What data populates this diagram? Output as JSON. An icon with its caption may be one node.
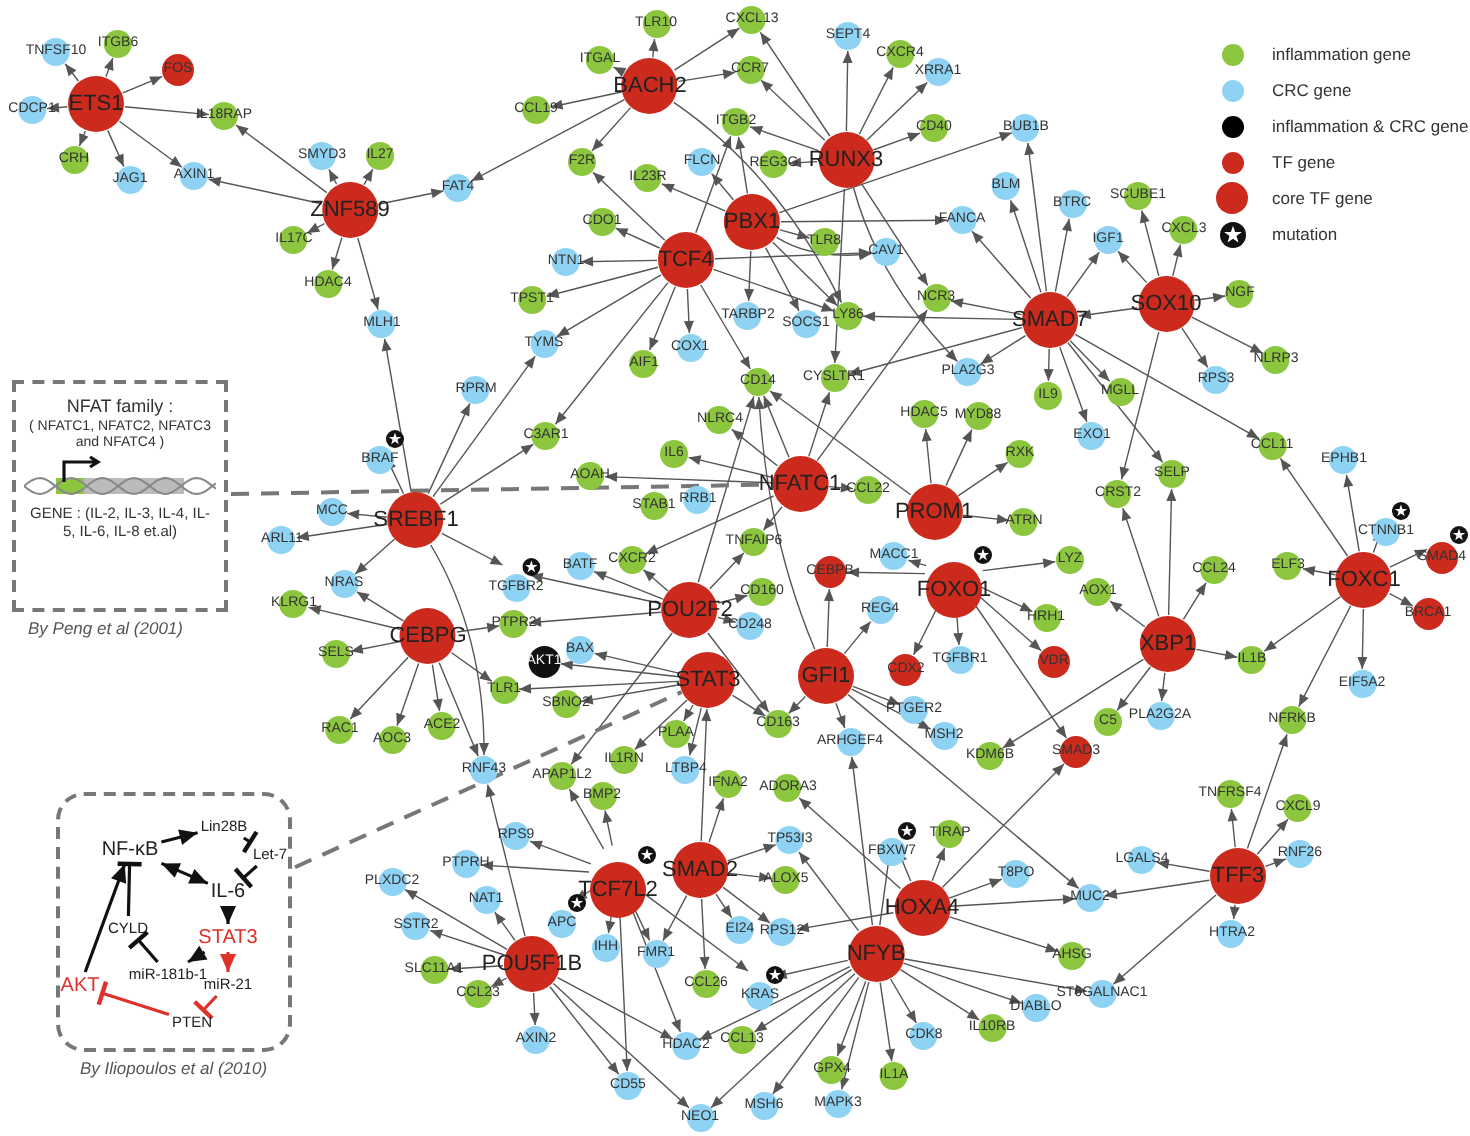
{
  "diagram": {
    "nodes": [
      {
        "text": [
          "ETS1"
        ]
      },
      {
        "text": [
          "TNFSF10"
        ]
      },
      {
        "text": [
          "ITGB6"
        ]
      },
      {
        "text": [
          "FOS"
        ]
      },
      {
        "text": [
          "CDCP1"
        ]
      },
      {
        "text": [
          "IL18RAP"
        ]
      },
      {
        "text": [
          "CRH"
        ]
      },
      {
        "text": [
          "JAG1"
        ]
      },
      {
        "text": [
          "AXIN1"
        ]
      },
      {
        "text": [
          "ZNF589"
        ]
      },
      {
        "text": [
          "SMYD3"
        ]
      },
      {
        "text": [
          "IL27"
        ]
      },
      {
        "text": [
          "FAT4"
        ]
      },
      {
        "text": [
          "IL17C"
        ]
      },
      {
        "text": [
          "HDAC4"
        ]
      },
      {
        "text": [
          "MLH1"
        ]
      },
      {
        "text": [
          "TLR10"
        ]
      },
      {
        "text": [
          "CXCL13"
        ]
      },
      {
        "text": [
          "SEPT4"
        ]
      },
      {
        "text": [
          "CXCR4"
        ]
      },
      {
        "text": [
          "XRRA1"
        ]
      },
      {
        "text": [
          "ITGAL"
        ]
      },
      {
        "text": [
          "BACH2"
        ]
      },
      {
        "text": [
          "CCR7"
        ]
      },
      {
        "text": [
          "CCL19"
        ]
      },
      {
        "text": [
          "ITGB2"
        ]
      },
      {
        "text": [
          "RUNX3"
        ]
      },
      {
        "text": [
          "CD40"
        ]
      },
      {
        "text": [
          "BUB1B"
        ]
      },
      {
        "text": [
          "F2R"
        ]
      },
      {
        "text": [
          "FLCN"
        ]
      },
      {
        "text": [
          "IL23R"
        ]
      },
      {
        "text": [
          "REG3G"
        ]
      },
      {
        "text": [
          "BLM"
        ]
      },
      {
        "text": [
          "BTRC"
        ]
      },
      {
        "text": [
          "SCUBE1"
        ]
      },
      {
        "text": [
          "PBX1"
        ]
      },
      {
        "text": [
          "CDO1"
        ]
      },
      {
        "text": [
          "FANCA"
        ]
      },
      {
        "text": [
          "CXCL3"
        ]
      },
      {
        "text": [
          "IGF1"
        ]
      },
      {
        "text": [
          "TLR8"
        ]
      },
      {
        "text": [
          "CAV1"
        ]
      },
      {
        "text": [
          "TCF4"
        ]
      },
      {
        "text": [
          "NTN1"
        ]
      },
      {
        "text": [
          "NGF"
        ]
      },
      {
        "text": [
          "SOX10"
        ]
      },
      {
        "text": [
          "TPST1"
        ]
      },
      {
        "text": [
          "NCR3"
        ]
      },
      {
        "text": [
          "TARBP2"
        ]
      },
      {
        "text": [
          "SMAD7"
        ]
      },
      {
        "text": [
          "SOCS1"
        ]
      },
      {
        "text": [
          "LY86"
        ]
      },
      {
        "text": [
          "TYMS"
        ]
      },
      {
        "text": [
          "COX1"
        ]
      },
      {
        "text": [
          "AIF1"
        ]
      },
      {
        "text": [
          "NLRP3"
        ]
      },
      {
        "text": [
          "PLA2G3"
        ]
      },
      {
        "text": [
          "CYSLTR1"
        ]
      },
      {
        "text": [
          "CD14"
        ]
      },
      {
        "text": [
          "RPS3"
        ]
      },
      {
        "text": [
          "RPRM"
        ]
      },
      {
        "text": [
          "MGLL"
        ]
      },
      {
        "text": [
          "IL9"
        ]
      },
      {
        "text": [
          "HDAC5"
        ]
      },
      {
        "text": [
          "MYD88"
        ]
      },
      {
        "text": [
          "NLRC4"
        ]
      },
      {
        "text": [
          "C3AR1"
        ]
      },
      {
        "text": [
          "EXO1"
        ]
      },
      {
        "text": [
          "BRAF"
        ]
      },
      {
        "text": [
          "CCL11"
        ]
      },
      {
        "text": [
          "RXK"
        ]
      },
      {
        "text": [
          "IL6"
        ]
      },
      {
        "text": [
          "EPHB1"
        ]
      },
      {
        "text": [
          "SELP"
        ]
      },
      {
        "text": [
          "AOAH"
        ]
      },
      {
        "text": [
          "NFATC1"
        ]
      },
      {
        "text": [
          "CCL22"
        ]
      },
      {
        "text": [
          "CRST2"
        ]
      },
      {
        "text": [
          "MCC"
        ]
      },
      {
        "text": [
          "STAB1"
        ]
      },
      {
        "text": [
          "RRB1"
        ]
      },
      {
        "text": [
          "PROM1"
        ]
      },
      {
        "text": [
          "CTNNB1"
        ]
      },
      {
        "text": [
          "SREBF1"
        ]
      },
      {
        "text": [
          "ATRN"
        ]
      },
      {
        "text": [
          "ARL11"
        ]
      },
      {
        "text": [
          "TNFAIP6"
        ]
      },
      {
        "text": [
          "SMAD4"
        ]
      },
      {
        "text": [
          "MACC1"
        ]
      },
      {
        "text": [
          "LYZ"
        ]
      },
      {
        "text": [
          "BATF"
        ]
      },
      {
        "text": [
          "CXCR2"
        ]
      },
      {
        "text": [
          "CEBPB"
        ]
      },
      {
        "text": [
          "TGFBR2"
        ]
      },
      {
        "text": [
          "ELF3"
        ]
      },
      {
        "text": [
          "CCL24"
        ]
      },
      {
        "text": [
          "FOXO1"
        ]
      },
      {
        "text": [
          "FOXC1"
        ]
      },
      {
        "text": [
          "NRAS"
        ]
      },
      {
        "text": [
          "CD160"
        ]
      },
      {
        "text": [
          "AOX1"
        ]
      },
      {
        "text": [
          "KLRG1"
        ]
      },
      {
        "text": [
          "POU2F2"
        ]
      },
      {
        "text": [
          "REG4"
        ]
      },
      {
        "text": [
          "BRCA1"
        ]
      },
      {
        "text": [
          "HRH1"
        ]
      },
      {
        "text": [
          "PTPR2"
        ]
      },
      {
        "text": [
          "CD248"
        ]
      },
      {
        "text": [
          "CEBPG"
        ]
      },
      {
        "text": [
          "XBP1"
        ]
      },
      {
        "text": [
          "BAX"
        ]
      },
      {
        "text": [
          "SELS"
        ]
      },
      {
        "text": [
          "AKT1"
        ]
      },
      {
        "text": [
          "VDR"
        ]
      },
      {
        "text": [
          "TGFBR1"
        ]
      },
      {
        "text": [
          "IL1B"
        ]
      },
      {
        "text": [
          "CDX2"
        ]
      },
      {
        "text": [
          "STAT3"
        ]
      },
      {
        "text": [
          "GFI1"
        ]
      },
      {
        "text": [
          "EIF5A2"
        ]
      },
      {
        "text": [
          "TLR1"
        ]
      },
      {
        "text": [
          "SBNO2"
        ]
      },
      {
        "text": [
          "PTGER2"
        ]
      },
      {
        "text": [
          "PLA2G2A"
        ]
      },
      {
        "text": [
          "C5"
        ]
      },
      {
        "text": [
          "NFRKB"
        ]
      },
      {
        "text": [
          "CD163"
        ]
      },
      {
        "text": [
          "PLAA"
        ]
      },
      {
        "text": [
          "ACE2"
        ]
      },
      {
        "text": [
          "RAC1"
        ]
      },
      {
        "text": [
          "AOC3"
        ]
      },
      {
        "text": [
          "MSH2"
        ]
      },
      {
        "text": [
          "ARHGEF4"
        ]
      },
      {
        "text": [
          "SMAD3"
        ]
      },
      {
        "text": [
          "KDM6B"
        ]
      },
      {
        "text": [
          "IL1RN"
        ]
      },
      {
        "text": [
          "RNF43"
        ]
      },
      {
        "text": [
          "LTBP4"
        ]
      },
      {
        "text": [
          "APAP1L2"
        ]
      },
      {
        "text": [
          "IFNA2"
        ]
      },
      {
        "text": [
          "ADORA3"
        ]
      },
      {
        "text": [
          "TNFRSF4"
        ]
      },
      {
        "text": [
          "BMP2"
        ]
      },
      {
        "text": [
          "CXCL9"
        ]
      },
      {
        "text": [
          "TIRAP"
        ]
      },
      {
        "text": [
          "RPS9"
        ]
      },
      {
        "text": [
          "TP53I3"
        ]
      },
      {
        "text": [
          "FBXW7"
        ]
      },
      {
        "text": [
          "RNF26"
        ]
      },
      {
        "text": [
          "LGALS4"
        ]
      },
      {
        "text": [
          "PTPRH"
        ]
      },
      {
        "text": [
          "SMAD2"
        ]
      },
      {
        "text": [
          "TCF7L2"
        ]
      },
      {
        "text": [
          "T8PO"
        ]
      },
      {
        "text": [
          "TFF3"
        ]
      },
      {
        "text": [
          "ALOX5"
        ]
      },
      {
        "text": [
          "PLXDC2"
        ]
      },
      {
        "text": [
          "MUC2"
        ]
      },
      {
        "text": [
          "NAT1"
        ]
      },
      {
        "text": [
          "APC"
        ]
      },
      {
        "text": [
          "HOXA4"
        ]
      },
      {
        "text": [
          "SSTR2"
        ]
      },
      {
        "text": [
          "EI24"
        ]
      },
      {
        "text": [
          "RPS12"
        ]
      },
      {
        "text": [
          "HTRA2"
        ]
      },
      {
        "text": [
          "IHH"
        ]
      },
      {
        "text": [
          "FMR1"
        ]
      },
      {
        "text": [
          "NFYB"
        ]
      },
      {
        "text": [
          "AHSG"
        ]
      },
      {
        "text": [
          "SLC11A1"
        ]
      },
      {
        "text": [
          "POU5F1B"
        ]
      },
      {
        "text": [
          "KRAS"
        ]
      },
      {
        "text": [
          "CCL26"
        ]
      },
      {
        "text": [
          "CCL23"
        ]
      },
      {
        "text": [
          "ST6GALNAC1"
        ]
      },
      {
        "text": [
          "DIABLO"
        ]
      },
      {
        "text": [
          "IL10RB"
        ]
      },
      {
        "text": [
          "AXIN2"
        ]
      },
      {
        "text": [
          "CDK8"
        ]
      },
      {
        "text": [
          "CCL13"
        ]
      },
      {
        "text": [
          "HDAC2"
        ]
      },
      {
        "text": [
          "GPX4"
        ]
      },
      {
        "text": [
          "IL1A"
        ]
      },
      {
        "text": [
          "CD55"
        ]
      },
      {
        "text": [
          "MAPK3"
        ]
      },
      {
        "text": [
          "MSH6"
        ]
      },
      {
        "text": [
          "NEO1"
        ]
      },
      {
        "text": [
          "NFAT family :",
          "( NFATC1, NFATC2, NFATC3 and NFATC4 )",
          "GENE : (IL-2, IL-3, IL-4, IL-5, IL-6, IL-8 et.al)"
        ]
      },
      {
        "text": [],
        "shape": "box"
      },
      {
        "text": [
          "NF-κB"
        ],
        "in": 189
      },
      {
        "text": [
          "Lin28B"
        ],
        "in": 189
      },
      {
        "text": [
          "Let-7"
        ],
        "in": 189
      },
      {
        "text": [
          "IL-6"
        ],
        "in": 189
      },
      {
        "text": [
          "STAT3"
        ],
        "in": 189
      },
      {
        "text": [
          "CYLD"
        ],
        "in": 189
      },
      {
        "text": [
          "miR-181b-1"
        ],
        "in": 189
      },
      {
        "text": [
          "miR-21"
        ],
        "in": 189
      },
      {
        "text": [
          "PTEN"
        ],
        "in": 189
      },
      {
        "text": [
          "AKT"
        ],
        "in": 189
      }
    ],
    "edges": [
      {
        "from": 0,
        "to": 1,
        "arrow": "to"
      },
      {
        "from": 0,
        "to": 2,
        "arrow": "to"
      },
      {
        "from": 0,
        "to": 3,
        "arrow": "to"
      },
      {
        "from": 0,
        "to": 4,
        "arrow": "to"
      },
      {
        "from": 0,
        "to": 5,
        "arrow": "to"
      },
      {
        "from": 0,
        "to": 6,
        "arrow": "to"
      },
      {
        "from": 0,
        "to": 7,
        "arrow": "to"
      },
      {
        "from": 0,
        "to": 8,
        "arrow": "to"
      },
      {
        "from": 9,
        "to": 10,
        "arrow": "to"
      },
      {
        "from": 9,
        "to": 11,
        "arrow": "to"
      },
      {
        "from": 9,
        "to": 12,
        "arrow": "to"
      },
      {
        "from": 9,
        "to": 5,
        "arrow": "to"
      },
      {
        "from": 9,
        "to": 8,
        "arrow": "to"
      },
      {
        "from": 9,
        "to": 13,
        "arrow": "to"
      },
      {
        "from": 9,
        "to": 14,
        "arrow": "to"
      },
      {
        "from": 9,
        "to": 15,
        "arrow": "to"
      },
      {
        "from": 22,
        "to": 16,
        "arrow": "to"
      },
      {
        "from": 22,
        "to": 21,
        "arrow": "to"
      },
      {
        "from": 22,
        "to": 24,
        "arrow": "to"
      },
      {
        "from": 22,
        "to": 17,
        "arrow": "to"
      },
      {
        "from": 22,
        "to": 23,
        "arrow": "to"
      },
      {
        "from": 22,
        "to": 29,
        "arrow": "to"
      },
      {
        "from": 22,
        "to": 12,
        "arrow": "to"
      },
      {
        "from": 22,
        "to": 52,
        "arrow": "to"
      },
      {
        "from": 26,
        "to": 18,
        "arrow": "to"
      },
      {
        "from": 26,
        "to": 19,
        "arrow": "to"
      },
      {
        "from": 26,
        "to": 20,
        "arrow": "to"
      },
      {
        "from": 26,
        "to": 27,
        "arrow": "to"
      },
      {
        "from": 26,
        "to": 17,
        "arrow": "to"
      },
      {
        "from": 26,
        "to": 23,
        "arrow": "to"
      },
      {
        "from": 26,
        "to": 25,
        "arrow": "to"
      },
      {
        "from": 26,
        "to": 32,
        "arrow": "to"
      },
      {
        "from": 26,
        "to": 58,
        "arrow": "to"
      },
      {
        "from": 26,
        "to": 48,
        "arrow": "to"
      },
      {
        "from": 26,
        "to": 57,
        "arrow": "to"
      },
      {
        "from": 36,
        "to": 30,
        "arrow": "to"
      },
      {
        "from": 36,
        "to": 31,
        "arrow": "to"
      },
      {
        "from": 36,
        "to": 41,
        "arrow": "to"
      },
      {
        "from": 36,
        "to": 38,
        "arrow": "to"
      },
      {
        "from": 36,
        "to": 42,
        "arrow": "to"
      },
      {
        "from": 36,
        "to": 49,
        "arrow": "to"
      },
      {
        "from": 36,
        "to": 51,
        "arrow": "to"
      },
      {
        "from": 36,
        "to": 52,
        "arrow": "to"
      },
      {
        "from": 36,
        "to": 25,
        "arrow": "to"
      },
      {
        "from": 36,
        "to": 28,
        "arrow": "to"
      },
      {
        "from": 43,
        "to": 29,
        "arrow": "to"
      },
      {
        "from": 43,
        "to": 37,
        "arrow": "to"
      },
      {
        "from": 43,
        "to": 44,
        "arrow": "to"
      },
      {
        "from": 43,
        "to": 47,
        "arrow": "to"
      },
      {
        "from": 43,
        "to": 53,
        "arrow": "to"
      },
      {
        "from": 43,
        "to": 55,
        "arrow": "to"
      },
      {
        "from": 43,
        "to": 54,
        "arrow": "to"
      },
      {
        "from": 43,
        "to": 59,
        "arrow": "to"
      },
      {
        "from": 43,
        "to": 42,
        "arrow": "to"
      },
      {
        "from": 43,
        "to": 67,
        "arrow": "to"
      },
      {
        "from": 43,
        "to": 25,
        "arrow": "to"
      },
      {
        "from": 43,
        "to": 52,
        "arrow": "to"
      },
      {
        "from": 50,
        "to": 33,
        "arrow": "to"
      },
      {
        "from": 50,
        "to": 34,
        "arrow": "to"
      },
      {
        "from": 50,
        "to": 40,
        "arrow": "to"
      },
      {
        "from": 50,
        "to": 38,
        "arrow": "to"
      },
      {
        "from": 50,
        "to": 48,
        "arrow": "to"
      },
      {
        "from": 50,
        "to": 52,
        "arrow": "to"
      },
      {
        "from": 50,
        "to": 57,
        "arrow": "to"
      },
      {
        "from": 50,
        "to": 63,
        "arrow": "to"
      },
      {
        "from": 50,
        "to": 68,
        "arrow": "to"
      },
      {
        "from": 50,
        "to": 62,
        "arrow": "to"
      },
      {
        "from": 50,
        "to": 74,
        "arrow": "to"
      },
      {
        "from": 50,
        "to": 70,
        "arrow": "to"
      },
      {
        "from": 50,
        "to": 58,
        "arrow": "to"
      },
      {
        "from": 50,
        "to": 28,
        "arrow": "to"
      },
      {
        "from": 46,
        "to": 35,
        "arrow": "to"
      },
      {
        "from": 46,
        "to": 39,
        "arrow": "to"
      },
      {
        "from": 46,
        "to": 40,
        "arrow": "to"
      },
      {
        "from": 46,
        "to": 45,
        "arrow": "to"
      },
      {
        "from": 46,
        "to": 56,
        "arrow": "to"
      },
      {
        "from": 46,
        "to": 60,
        "arrow": "to"
      },
      {
        "from": 46,
        "to": 78,
        "arrow": "to"
      },
      {
        "from": 46,
        "to": 50,
        "arrow": "to"
      },
      {
        "from": 84,
        "to": 15,
        "arrow": "to"
      },
      {
        "from": 84,
        "to": 61,
        "arrow": "to"
      },
      {
        "from": 84,
        "to": 69,
        "arrow": "to"
      },
      {
        "from": 84,
        "to": 79,
        "arrow": "to"
      },
      {
        "from": 84,
        "to": 86,
        "arrow": "to"
      },
      {
        "from": 84,
        "to": 99,
        "arrow": "to"
      },
      {
        "from": 84,
        "to": 94,
        "arrow": "to"
      },
      {
        "from": 84,
        "to": 53,
        "arrow": "to"
      },
      {
        "from": 84,
        "to": 67,
        "arrow": "to"
      },
      {
        "from": 84,
        "to": 137,
        "arrow": "to"
      },
      {
        "from": 76,
        "to": 72,
        "arrow": "to"
      },
      {
        "from": 76,
        "to": 66,
        "arrow": "to"
      },
      {
        "from": 76,
        "to": 59,
        "arrow": "to"
      },
      {
        "from": 76,
        "to": 77,
        "arrow": "to"
      },
      {
        "from": 76,
        "to": 58,
        "arrow": "to"
      },
      {
        "from": 76,
        "to": 75,
        "arrow": "to"
      },
      {
        "from": 76,
        "to": 48,
        "arrow": "to"
      },
      {
        "from": 76,
        "to": 87,
        "arrow": "to"
      },
      {
        "from": 76,
        "to": 92,
        "arrow": "to"
      },
      {
        "from": 82,
        "to": 64,
        "arrow": "to"
      },
      {
        "from": 82,
        "to": 65,
        "arrow": "to"
      },
      {
        "from": 82,
        "to": 71,
        "arrow": "to"
      },
      {
        "from": 82,
        "to": 85,
        "arrow": "to"
      },
      {
        "from": 82,
        "to": 59,
        "arrow": "to"
      },
      {
        "from": 109,
        "to": 99,
        "arrow": "to"
      },
      {
        "from": 109,
        "to": 102,
        "arrow": "to"
      },
      {
        "from": 109,
        "to": 112,
        "arrow": "to"
      },
      {
        "from": 109,
        "to": 130,
        "arrow": "to"
      },
      {
        "from": 109,
        "to": 131,
        "arrow": "to"
      },
      {
        "from": 109,
        "to": 129,
        "arrow": "to"
      },
      {
        "from": 109,
        "to": 121,
        "arrow": "to"
      },
      {
        "from": 109,
        "to": 107,
        "arrow": "to"
      },
      {
        "from": 109,
        "to": 137,
        "arrow": "to"
      },
      {
        "from": 103,
        "to": 94,
        "arrow": "to"
      },
      {
        "from": 103,
        "to": 91,
        "arrow": "to"
      },
      {
        "from": 103,
        "to": 92,
        "arrow": "to"
      },
      {
        "from": 103,
        "to": 107,
        "arrow": "to"
      },
      {
        "from": 103,
        "to": 100,
        "arrow": "to"
      },
      {
        "from": 103,
        "to": 108,
        "arrow": "to"
      },
      {
        "from": 103,
        "to": 127,
        "arrow": "to"
      },
      {
        "from": 103,
        "to": 87,
        "arrow": "to"
      },
      {
        "from": 103,
        "to": 139,
        "arrow": "to"
      },
      {
        "from": 103,
        "to": 59,
        "arrow": "to"
      },
      {
        "from": 118,
        "to": 111,
        "arrow": "to"
      },
      {
        "from": 118,
        "to": 113,
        "arrow": "to"
      },
      {
        "from": 118,
        "to": 122,
        "arrow": "to"
      },
      {
        "from": 118,
        "to": 121,
        "arrow": "to"
      },
      {
        "from": 118,
        "to": 128,
        "arrow": "to"
      },
      {
        "from": 118,
        "to": 138,
        "arrow": "to"
      },
      {
        "from": 118,
        "to": 127,
        "arrow": "to"
      },
      {
        "from": 118,
        "to": 136,
        "arrow": "to"
      },
      {
        "from": 119,
        "to": 104,
        "arrow": "to"
      },
      {
        "from": 119,
        "to": 93,
        "arrow": "to"
      },
      {
        "from": 119,
        "to": 123,
        "arrow": "to"
      },
      {
        "from": 119,
        "to": 127,
        "arrow": "to"
      },
      {
        "from": 119,
        "to": 133,
        "arrow": "to"
      },
      {
        "from": 119,
        "to": 59,
        "arrow": "to"
      },
      {
        "from": 119,
        "to": 132,
        "arrow": "to"
      },
      {
        "from": 119,
        "to": 158,
        "arrow": "to"
      },
      {
        "from": 97,
        "to": 89,
        "arrow": "to"
      },
      {
        "from": 97,
        "to": 93,
        "arrow": "to"
      },
      {
        "from": 97,
        "to": 115,
        "arrow": "to"
      },
      {
        "from": 97,
        "to": 117,
        "arrow": "to"
      },
      {
        "from": 97,
        "to": 90,
        "arrow": "to"
      },
      {
        "from": 97,
        "to": 106,
        "arrow": "to"
      },
      {
        "from": 97,
        "to": 114,
        "arrow": "to"
      },
      {
        "from": 97,
        "to": 134,
        "arrow": "to"
      },
      {
        "from": 110,
        "to": 96,
        "arrow": "to"
      },
      {
        "from": 110,
        "to": 101,
        "arrow": "to"
      },
      {
        "from": 110,
        "to": 116,
        "arrow": "to"
      },
      {
        "from": 110,
        "to": 124,
        "arrow": "to"
      },
      {
        "from": 110,
        "to": 125,
        "arrow": "to"
      },
      {
        "from": 110,
        "to": 78,
        "arrow": "to"
      },
      {
        "from": 110,
        "to": 74,
        "arrow": "to"
      },
      {
        "from": 110,
        "to": 135,
        "arrow": "to"
      },
      {
        "from": 98,
        "to": 95,
        "arrow": "to"
      },
      {
        "from": 98,
        "to": 83,
        "arrow": "to"
      },
      {
        "from": 98,
        "to": 88,
        "arrow": "to"
      },
      {
        "from": 98,
        "to": 105,
        "arrow": "to"
      },
      {
        "from": 98,
        "to": 73,
        "arrow": "to"
      },
      {
        "from": 98,
        "to": 70,
        "arrow": "to"
      },
      {
        "from": 98,
        "to": 116,
        "arrow": "to"
      },
      {
        "from": 98,
        "to": 120,
        "arrow": "to"
      },
      {
        "from": 98,
        "to": 126,
        "arrow": "to"
      },
      {
        "from": 153,
        "to": 146,
        "arrow": "to"
      },
      {
        "from": 153,
        "to": 160,
        "arrow": "to"
      },
      {
        "from": 153,
        "to": 166,
        "arrow": "to"
      },
      {
        "from": 153,
        "to": 167,
        "arrow": "to"
      },
      {
        "from": 153,
        "to": 184,
        "arrow": "to"
      },
      {
        "from": 153,
        "to": 181,
        "arrow": "to"
      },
      {
        "from": 153,
        "to": 143,
        "arrow": "to"
      },
      {
        "from": 153,
        "to": 151,
        "arrow": "to"
      },
      {
        "from": 153,
        "to": 172,
        "arrow": "to"
      },
      {
        "from": 153,
        "to": 139,
        "arrow": "to"
      },
      {
        "from": 152,
        "to": 140,
        "arrow": "to"
      },
      {
        "from": 152,
        "to": 147,
        "arrow": "to"
      },
      {
        "from": 152,
        "to": 156,
        "arrow": "to"
      },
      {
        "from": 152,
        "to": 163,
        "arrow": "to"
      },
      {
        "from": 152,
        "to": 164,
        "arrow": "to"
      },
      {
        "from": 152,
        "to": 173,
        "arrow": "to"
      },
      {
        "from": 152,
        "to": 167,
        "arrow": "to"
      },
      {
        "from": 152,
        "to": 118,
        "arrow": "to"
      },
      {
        "from": 171,
        "to": 157,
        "arrow": "to"
      },
      {
        "from": 171,
        "to": 162,
        "arrow": "to"
      },
      {
        "from": 171,
        "to": 170,
        "arrow": "to"
      },
      {
        "from": 171,
        "to": 174,
        "arrow": "to"
      },
      {
        "from": 171,
        "to": 178,
        "arrow": "to"
      },
      {
        "from": 171,
        "to": 184,
        "arrow": "to"
      },
      {
        "from": 171,
        "to": 181,
        "arrow": "to"
      },
      {
        "from": 171,
        "to": 187,
        "arrow": "to"
      },
      {
        "from": 171,
        "to": 159,
        "arrow": "to"
      },
      {
        "from": 171,
        "to": 137,
        "arrow": "to"
      },
      {
        "from": 161,
        "to": 145,
        "arrow": "to"
      },
      {
        "from": 161,
        "to": 148,
        "arrow": "to"
      },
      {
        "from": 161,
        "to": 154,
        "arrow": "to"
      },
      {
        "from": 161,
        "to": 158,
        "arrow": "to"
      },
      {
        "from": 161,
        "to": 169,
        "arrow": "to"
      },
      {
        "from": 161,
        "to": 164,
        "arrow": "to"
      },
      {
        "from": 161,
        "to": 134,
        "arrow": "to"
      },
      {
        "from": 161,
        "to": 141,
        "arrow": "to"
      },
      {
        "from": 168,
        "to": 148,
        "arrow": "to"
      },
      {
        "from": 168,
        "to": 147,
        "arrow": "to"
      },
      {
        "from": 168,
        "to": 172,
        "arrow": "to"
      },
      {
        "from": 168,
        "to": 181,
        "arrow": "to"
      },
      {
        "from": 168,
        "to": 180,
        "arrow": "to"
      },
      {
        "from": 168,
        "to": 182,
        "arrow": "to"
      },
      {
        "from": 168,
        "to": 183,
        "arrow": "to"
      },
      {
        "from": 168,
        "to": 186,
        "arrow": "to"
      },
      {
        "from": 168,
        "to": 185,
        "arrow": "to"
      },
      {
        "from": 168,
        "to": 179,
        "arrow": "to"
      },
      {
        "from": 168,
        "to": 177,
        "arrow": "to"
      },
      {
        "from": 168,
        "to": 176,
        "arrow": "to"
      },
      {
        "from": 168,
        "to": 175,
        "arrow": "to"
      },
      {
        "from": 168,
        "to": 187,
        "arrow": "to"
      },
      {
        "from": 168,
        "to": 133,
        "arrow": "to"
      },
      {
        "from": 155,
        "to": 142,
        "arrow": "to"
      },
      {
        "from": 155,
        "to": 144,
        "arrow": "to"
      },
      {
        "from": 155,
        "to": 149,
        "arrow": "to"
      },
      {
        "from": 155,
        "to": 150,
        "arrow": "to"
      },
      {
        "from": 155,
        "to": 158,
        "arrow": "to"
      },
      {
        "from": 155,
        "to": 165,
        "arrow": "to"
      },
      {
        "from": 155,
        "to": 175,
        "arrow": "to"
      },
      {
        "from": 155,
        "to": 126,
        "arrow": "to"
      },
      {
        "from": 188,
        "to": 76,
        "arrow": "none",
        "style": "dashed"
      },
      {
        "from": 189,
        "to": 118,
        "arrow": "none",
        "style": "dashed"
      },
      {
        "from": 190,
        "to": 191,
        "arrow": "to",
        "color": "#111111"
      },
      {
        "from": 191,
        "to": 192,
        "arrow": "other",
        "color": "#111111"
      },
      {
        "from": 192,
        "to": 193,
        "arrow": "other",
        "color": "#111111"
      },
      {
        "from": 190,
        "to": 193,
        "arrow": "both",
        "color": "#111111"
      },
      {
        "from": 193,
        "to": 194,
        "arrow": "to",
        "color": "#111111"
      },
      {
        "from": 194,
        "to": 196,
        "arrow": "to",
        "color": "#111111"
      },
      {
        "from": 194,
        "to": 197,
        "arrow": "to",
        "color": "#e0302a"
      },
      {
        "from": 196,
        "to": 195,
        "arrow": "other",
        "color": "#111111"
      },
      {
        "from": 195,
        "to": 190,
        "arrow": "other",
        "color": "#111111"
      },
      {
        "from": 197,
        "to": 198,
        "arrow": "other",
        "color": "#e0302a"
      },
      {
        "from": 198,
        "to": 199,
        "arrow": "other",
        "color": "#e0302a"
      },
      {
        "from": 199,
        "to": 190,
        "arrow": "to",
        "color": "#111111"
      }
    ],
    "labels": [
      "By Peng et al (2001)",
      "By Iliopoulos et al (2010)"
    ],
    "legend": [
      {
        "text": "inflammation gene",
        "color": "#8cc63f"
      },
      {
        "text": "CRC gene",
        "color": "#8fd3f4"
      },
      {
        "text": "inflammation & CRC gene",
        "color": "#000000"
      },
      {
        "text": "TF gene",
        "color": "#cc2a1d"
      },
      {
        "text": "core TF gene",
        "color": "#cc2a1d"
      },
      {
        "text": "mutation"
      }
    ]
  }
}
